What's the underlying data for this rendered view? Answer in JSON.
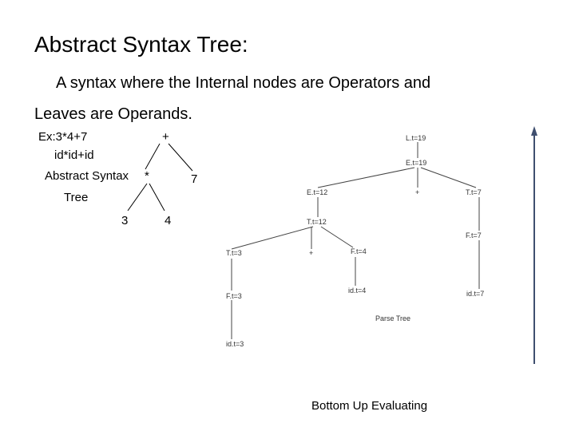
{
  "slide": {
    "title": "Abstract Syntax Tree:",
    "description_line1": "A syntax where the Internal nodes are Operators and",
    "description_line2": "Leaves are Operands."
  },
  "example": {
    "expression": "Ex:3*4+7",
    "token_form": "id*id+id",
    "caption_line1": "Abstract Syntax",
    "caption_line2": "Tree"
  },
  "ast": {
    "root": "+",
    "inner": "*",
    "leaf_left": "3",
    "leaf_middle": "4",
    "leaf_right": "7"
  },
  "parse_tree": {
    "caption": "Parse Tree",
    "nodes": {
      "root": "L.t=19",
      "e_top": "E.t=19",
      "e_left": "E.t=12",
      "plus_top": "+",
      "t_right": "T.t=7",
      "t_mid": "T.t=12",
      "f_right": "F.t=7",
      "t_left": "T.t=3",
      "star": "+",
      "f_mid": "F.t=4",
      "f_left": "F.t=3",
      "id_mid": "id.t=4",
      "id_right": "id.t=7",
      "id_left": "id.t=3"
    }
  },
  "direction": {
    "label": "Bottom Up Evaluating"
  },
  "colors": {
    "tree_line": "#000000",
    "arrow": "#3f4f6f"
  }
}
